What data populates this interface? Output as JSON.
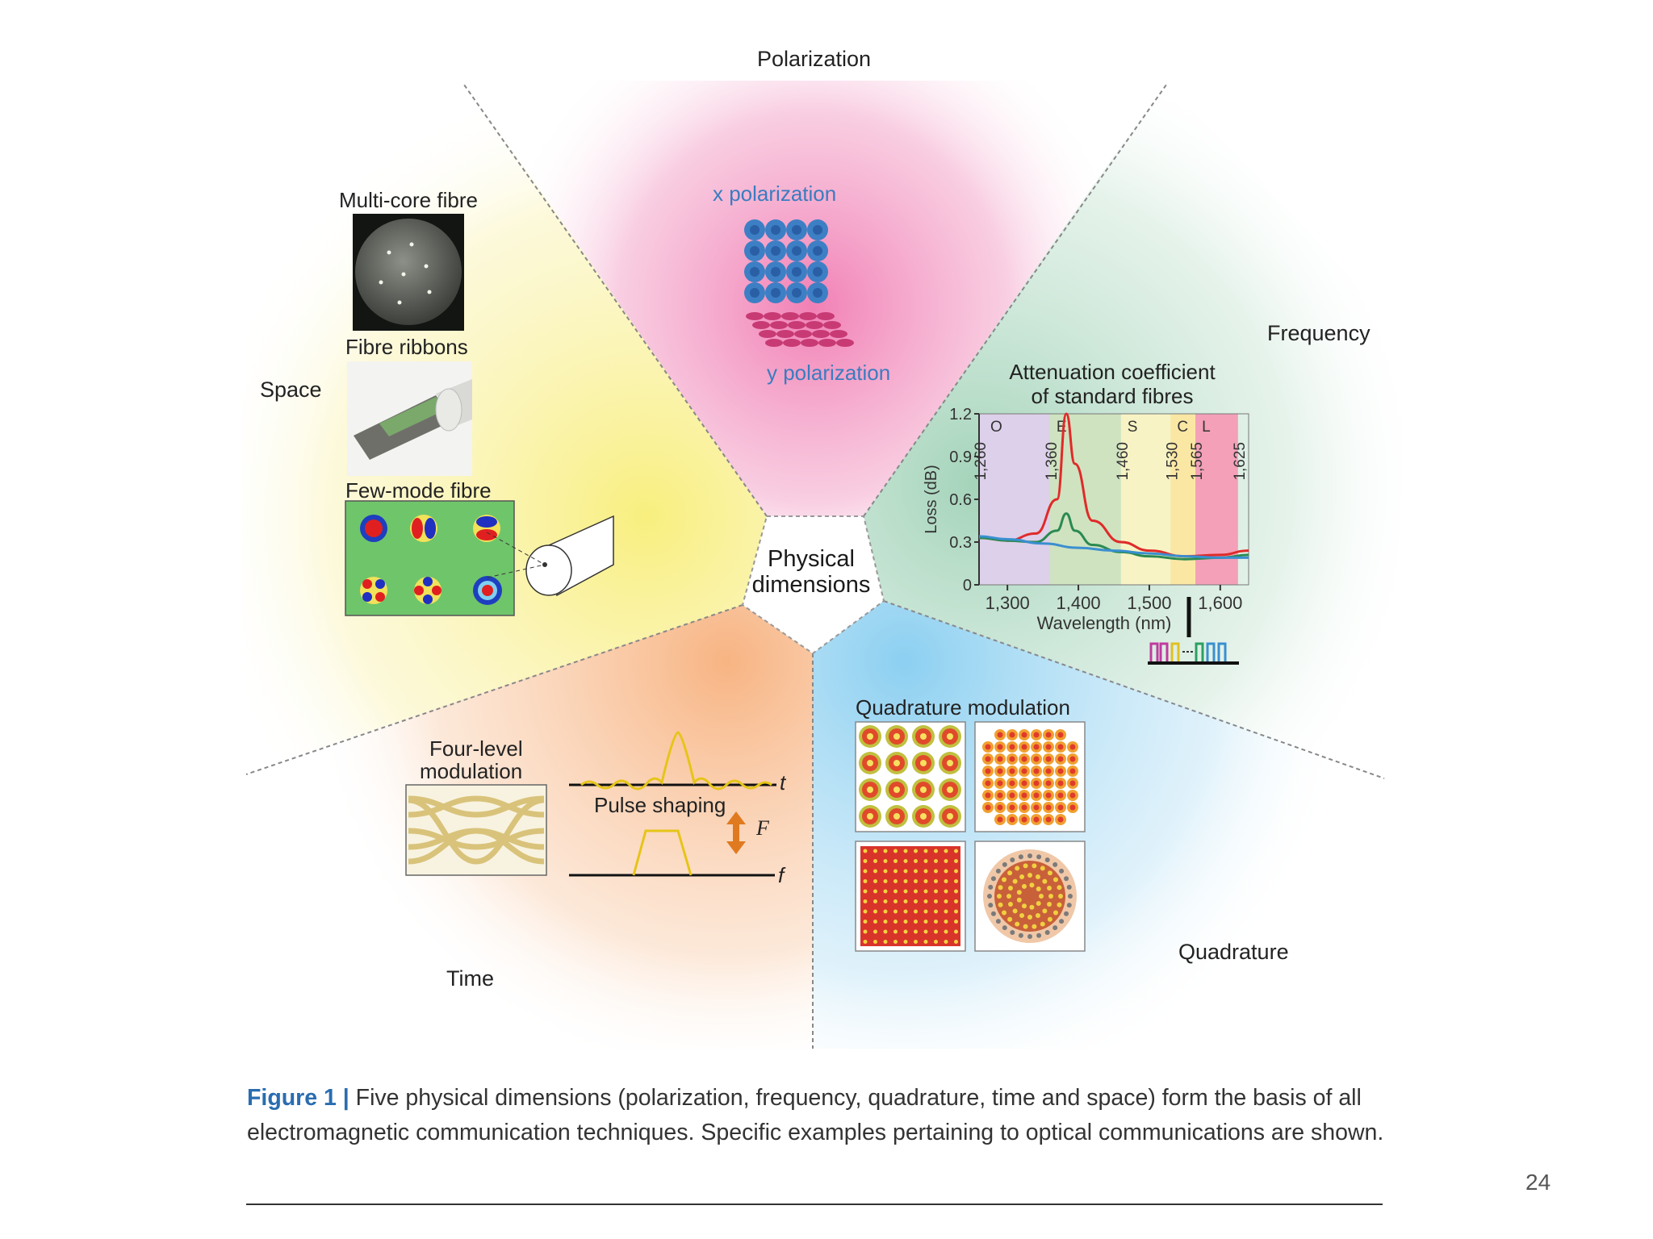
{
  "sectors": {
    "polarization": {
      "label": "Polarization",
      "color": "#d6337f"
    },
    "frequency": {
      "label": "Frequency",
      "color": "#2f8a6e"
    },
    "space": {
      "label": "Space",
      "color": "#e0a020"
    },
    "time": {
      "label": "Time",
      "color": "#e8602c"
    },
    "quadrature": {
      "label": "Quadrature",
      "color": "#2d8ec4"
    }
  },
  "center": {
    "line1": "Physical",
    "line2": "dimensions"
  },
  "space_panel": {
    "multicore": "Multi-core fibre",
    "ribbons": "Fibre ribbons",
    "fewmode": "Few-mode fibre"
  },
  "polarization_panel": {
    "x": "x polarization",
    "y": "y polarization"
  },
  "time_panel": {
    "fourlevel_line1": "Four-level",
    "fourlevel_line2": "modulation",
    "pulse": "Pulse shaping",
    "t": "t",
    "f": "f",
    "fourier": "F"
  },
  "quadrature_panel": {
    "title": "Quadrature modulation"
  },
  "chart_data": {
    "type": "line",
    "title_line1": "Attenuation coefficient",
    "title_line2": "of standard fibres",
    "xlabel": "Wavelength (nm)",
    "ylabel": "Loss (dB)",
    "xlim": [
      1260,
      1640
    ],
    "ylim": [
      0,
      1.2
    ],
    "xticks": [
      "1,300",
      "1,400",
      "1,500",
      "1,600"
    ],
    "yticks": [
      "0",
      "0.3",
      "0.6",
      "0.9",
      "1.2"
    ],
    "bands": [
      {
        "name": "O",
        "start": 1260,
        "end": 1360,
        "color": "#ddd0ea"
      },
      {
        "name": "E",
        "start": 1360,
        "end": 1460,
        "color": "#cfe3c0"
      },
      {
        "name": "S",
        "start": 1460,
        "end": 1530,
        "color": "#f7f3c4"
      },
      {
        "name": "C",
        "start": 1530,
        "end": 1565,
        "color": "#fbe7a4"
      },
      {
        "name": "L",
        "start": 1565,
        "end": 1625,
        "color": "#f3a0b8"
      }
    ],
    "band_edges": [
      "1,260",
      "1,360",
      "1,460",
      "1,530",
      "1,565",
      "1,625"
    ],
    "series": [
      {
        "color": "#e02a2a",
        "x": [
          1260,
          1300,
          1340,
          1370,
          1383,
          1395,
          1420,
          1460,
          1500,
          1550,
          1600,
          1640
        ],
        "y": [
          0.33,
          0.31,
          0.36,
          0.6,
          1.2,
          0.85,
          0.45,
          0.3,
          0.24,
          0.2,
          0.21,
          0.24
        ]
      },
      {
        "color": "#2a8a52",
        "x": [
          1260,
          1300,
          1340,
          1370,
          1383,
          1395,
          1420,
          1460,
          1500,
          1550,
          1600,
          1640
        ],
        "y": [
          0.33,
          0.31,
          0.3,
          0.38,
          0.5,
          0.38,
          0.28,
          0.23,
          0.2,
          0.18,
          0.19,
          0.21
        ]
      },
      {
        "color": "#3a8fd0",
        "x": [
          1260,
          1300,
          1350,
          1400,
          1450,
          1500,
          1550,
          1600,
          1640
        ],
        "y": [
          0.34,
          0.32,
          0.29,
          0.26,
          0.24,
          0.22,
          0.2,
          0.19,
          0.19
        ]
      }
    ]
  },
  "caption": {
    "figure": "Figure 1 |",
    "text": " Five physical dimensions (polarization, frequency, quadrature, time and space) form the basis of all electromagnetic communication techniques. Specific examples pertaining to optical communications are shown."
  },
  "page_number": "24"
}
